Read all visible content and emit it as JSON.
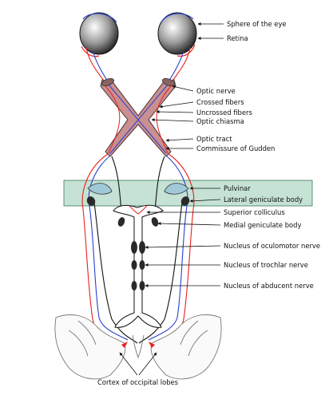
{
  "labels": {
    "sphere_of_eye": "Sphere of the eye",
    "retina": "Retina",
    "optic_nerve": "Optic nerve",
    "crossed_fibers": "Crossed fibers",
    "uncrossed_fibers": "Uncrossed fibers",
    "optic_chiasma": "Optic chiasma",
    "optic_tract": "Optic tract",
    "commissure_of_gudden": "Commissure of Gudden",
    "pulvinar": "Pulvinar",
    "lateral_geniculate_body": "Lateral geniculate body",
    "superior_colliculus": "Superior colliculus",
    "medial_geniculate_body": "Medial geniculate body",
    "nucleus_oculomotor": "Nucleus of oculomotor nerve",
    "nucleus_trochlear": "Nucleus of trochlar nerve",
    "nucleus_abducent": "Nucleus of abducent nerve",
    "cortex_occipital": "Cortex of occipital lobes"
  },
  "colors": {
    "highlight_band": "#7fbf9f",
    "red_fibers": "#e8201e",
    "blue_fibers": "#2a3fd0",
    "chiasma_fill": "#c9908f",
    "eye_dark": "#2a2a2a"
  }
}
